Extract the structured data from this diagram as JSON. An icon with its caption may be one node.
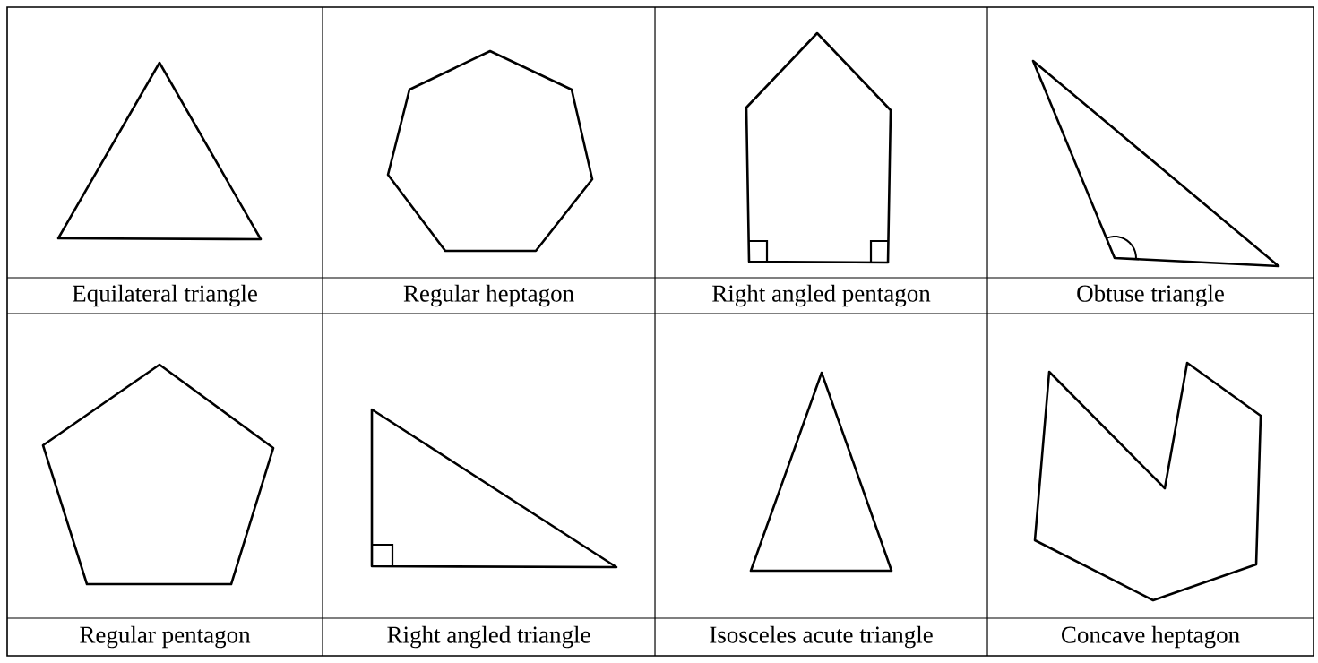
{
  "diagram": {
    "labels": [
      "Equilateral triangle",
      "Regular heptagon",
      "Right angled pentagon",
      "Obtuse triangle",
      "Regular pentagon",
      "Right angled triangle",
      "Isosceles acute triangle",
      "Concave heptagon"
    ]
  }
}
